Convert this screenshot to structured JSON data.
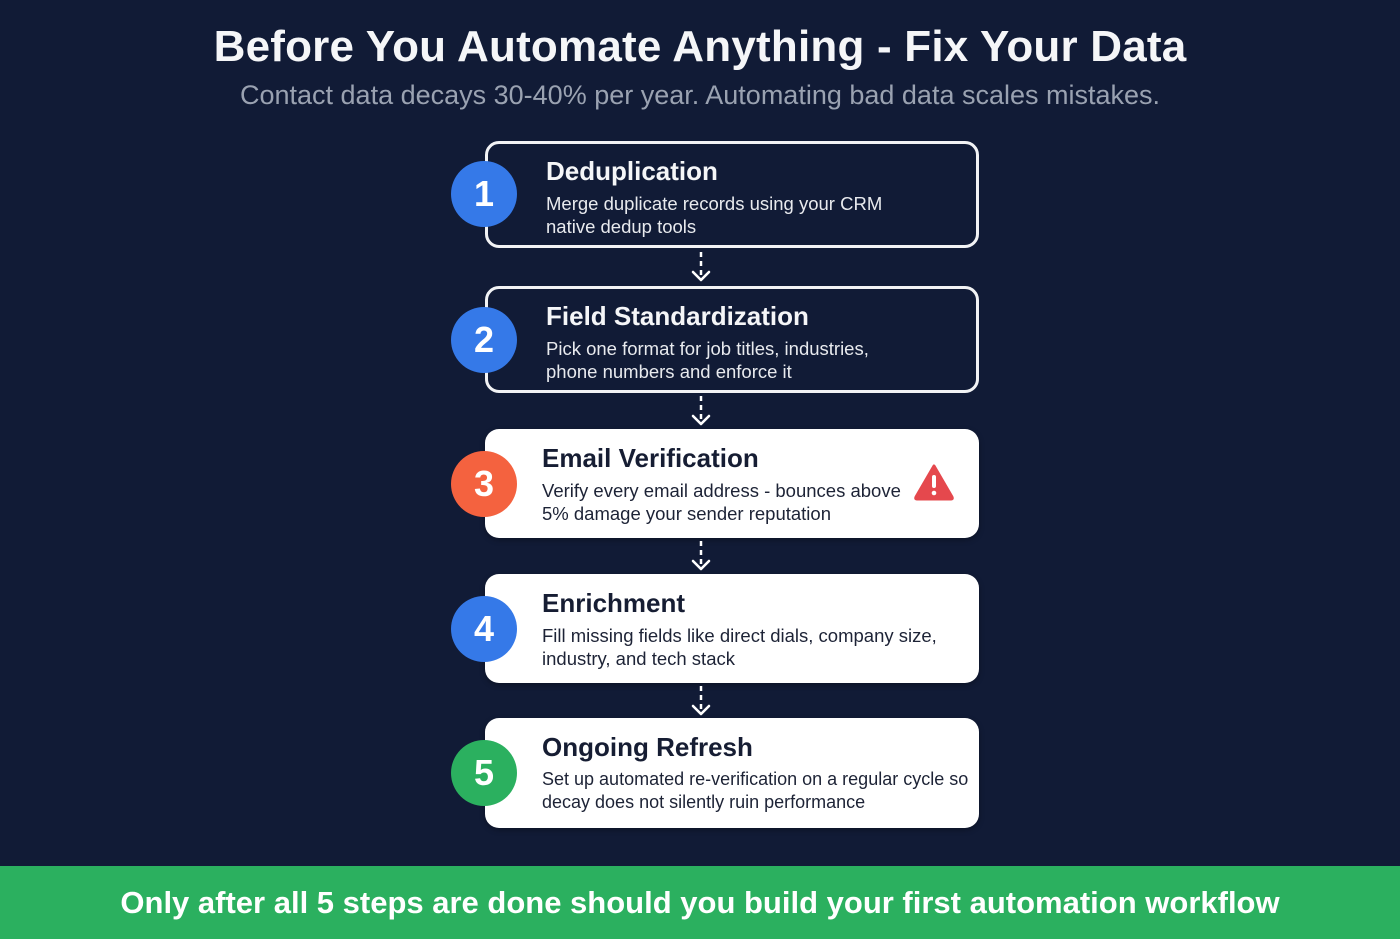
{
  "header": {
    "title": "Before You Automate Anything - Fix Your Data",
    "subtitle": "Contact data decays 30-40% per year. Automating bad data scales mistakes."
  },
  "colors": {
    "background": "#111b36",
    "blue": "#3579e8",
    "orange": "#f4623f",
    "green": "#2bb05f",
    "warning_red": "#e5484d"
  },
  "steps": [
    {
      "number": "1",
      "title": "Deduplication",
      "description": "Merge duplicate records using your CRM native dedup tools",
      "style": "outlined",
      "badge_color": "#3579e8"
    },
    {
      "number": "2",
      "title": "Field Standardization",
      "description": "Pick one format for job titles, industries, phone numbers and enforce it",
      "style": "outlined",
      "badge_color": "#3579e8"
    },
    {
      "number": "3",
      "title": "Email Verification",
      "description": "Verify every email address - bounces above 5% damage your sender reputation",
      "style": "filled",
      "badge_color": "#f4623f",
      "icon": "warning-icon"
    },
    {
      "number": "4",
      "title": "Enrichment",
      "description": "Fill missing fields like direct dials, company size, industry, and tech stack",
      "style": "filled",
      "badge_color": "#3579e8"
    },
    {
      "number": "5",
      "title": "Ongoing Refresh",
      "description": "Set up automated re-verification on a regular cycle so decay does not silently ruin performance",
      "style": "filled",
      "badge_color": "#2bb05f"
    }
  ],
  "footer": {
    "banner_text": "Only after all 5 steps are done should you build your first automation workflow"
  }
}
